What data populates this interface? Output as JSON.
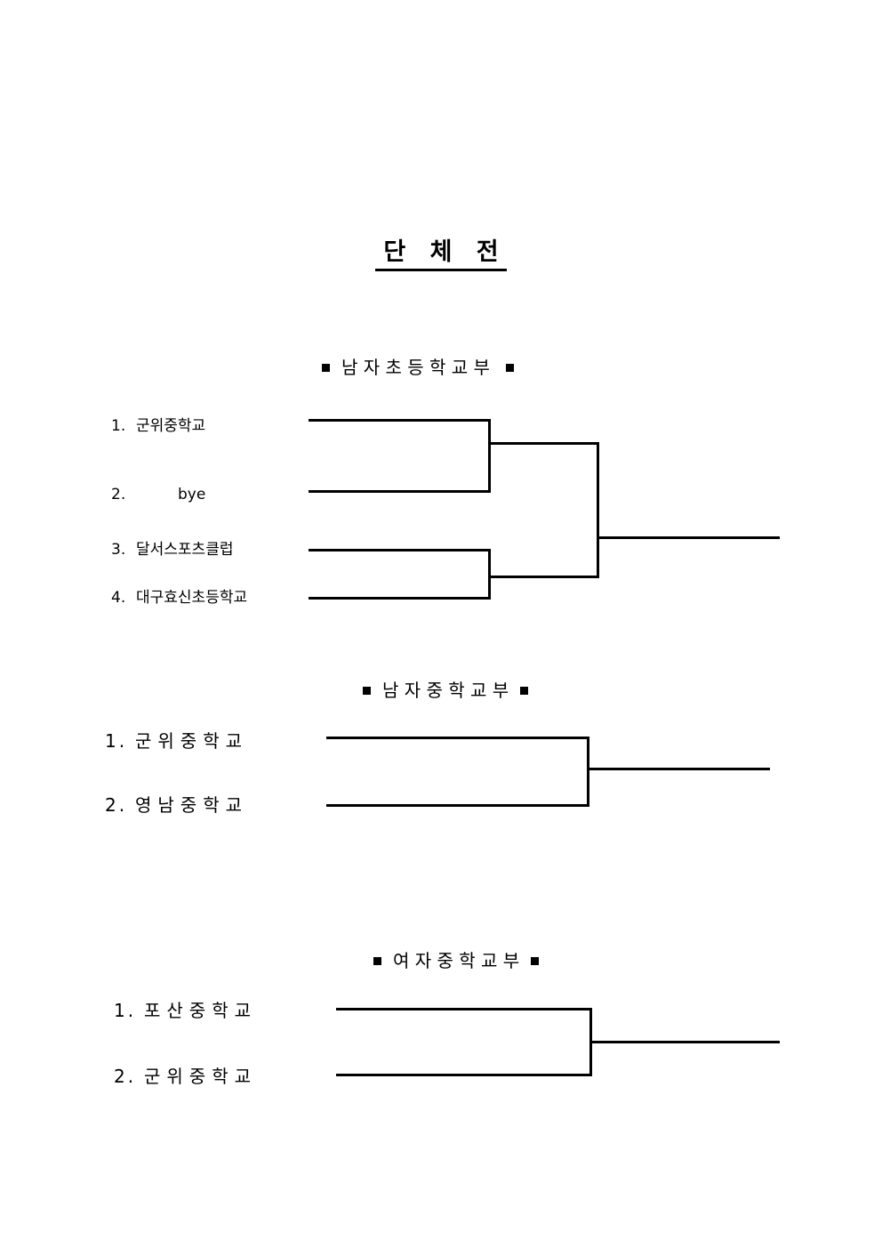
{
  "title": {
    "text": "단 체 전"
  },
  "colors": {
    "text": "#000000",
    "line": "#000000",
    "bullet": "#000000",
    "background": "#ffffff"
  },
  "sections": [
    {
      "id": "boys-elementary",
      "heading": "남 자 초 등 학 교 부",
      "entries": [
        {
          "number": "1.",
          "name": "군위중학교"
        },
        {
          "number": "2.",
          "name": "bye"
        },
        {
          "number": "3.",
          "name": "달서스포츠클럽"
        },
        {
          "number": "4.",
          "name": "대구효신초등학교"
        }
      ]
    },
    {
      "id": "boys-middle",
      "heading": "남 자 중 학 교 부",
      "entries": [
        {
          "number": "1.",
          "name": "군위중학교"
        },
        {
          "number": "2.",
          "name": "영남중학교"
        }
      ]
    },
    {
      "id": "girls-middle",
      "heading": "여 자 중 학 교 부",
      "entries": [
        {
          "number": "1.",
          "name": "포산중학교"
        },
        {
          "number": "2.",
          "name": "군위중학교"
        }
      ]
    }
  ]
}
